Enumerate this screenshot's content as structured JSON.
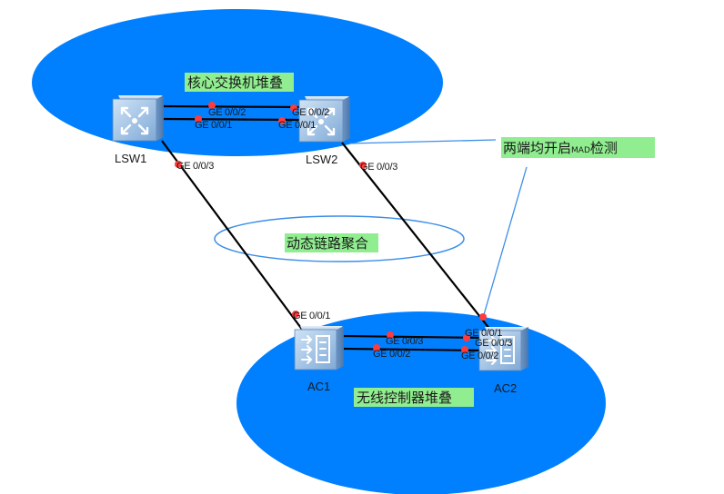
{
  "diagram": {
    "colors": {
      "stack_fill": "#0080ff",
      "lag_outline": "#3b8eea",
      "mad_line": "#3b8eea",
      "link": "#000000",
      "port_dot": "#ff3b3b",
      "note_bg": "#90ee90"
    },
    "groups": {
      "core_stack": {
        "label": "核心交换机堆叠"
      },
      "ac_stack": {
        "label": "无线控制器堆叠"
      },
      "lag": {
        "label": "动态链路聚合"
      }
    },
    "mad_note": {
      "prefix": "两端均开启",
      "mid": "MAD",
      "suffix": "检测"
    },
    "devices": [
      {
        "id": "LSW1",
        "label": "LSW1",
        "type": "core-switch"
      },
      {
        "id": "LSW2",
        "label": "LSW2",
        "type": "core-switch"
      },
      {
        "id": "AC1",
        "label": "AC1",
        "type": "wireless-controller"
      },
      {
        "id": "AC2",
        "label": "AC2",
        "type": "wireless-controller"
      }
    ],
    "links": [
      {
        "from": "LSW1",
        "from_port": "GE 0/0/2",
        "to": "LSW2",
        "to_port": "GE 0/0/2"
      },
      {
        "from": "LSW1",
        "from_port": "GE 0/0/1",
        "to": "LSW2",
        "to_port": "GE 0/0/1"
      },
      {
        "from": "LSW1",
        "from_port": "GE 0/0/3",
        "to": "AC1",
        "to_port": "GE 0/0/1"
      },
      {
        "from": "LSW2",
        "from_port": "GE 0/0/3",
        "to": "AC2",
        "to_port": "GE 0/0/1"
      },
      {
        "from": "AC1",
        "from_port": "GE 0/0/3",
        "to": "AC2",
        "to_port": "GE 0/0/3"
      },
      {
        "from": "AC1",
        "from_port": "GE 0/0/2",
        "to": "AC2",
        "to_port": "GE 0/0/2"
      }
    ]
  }
}
